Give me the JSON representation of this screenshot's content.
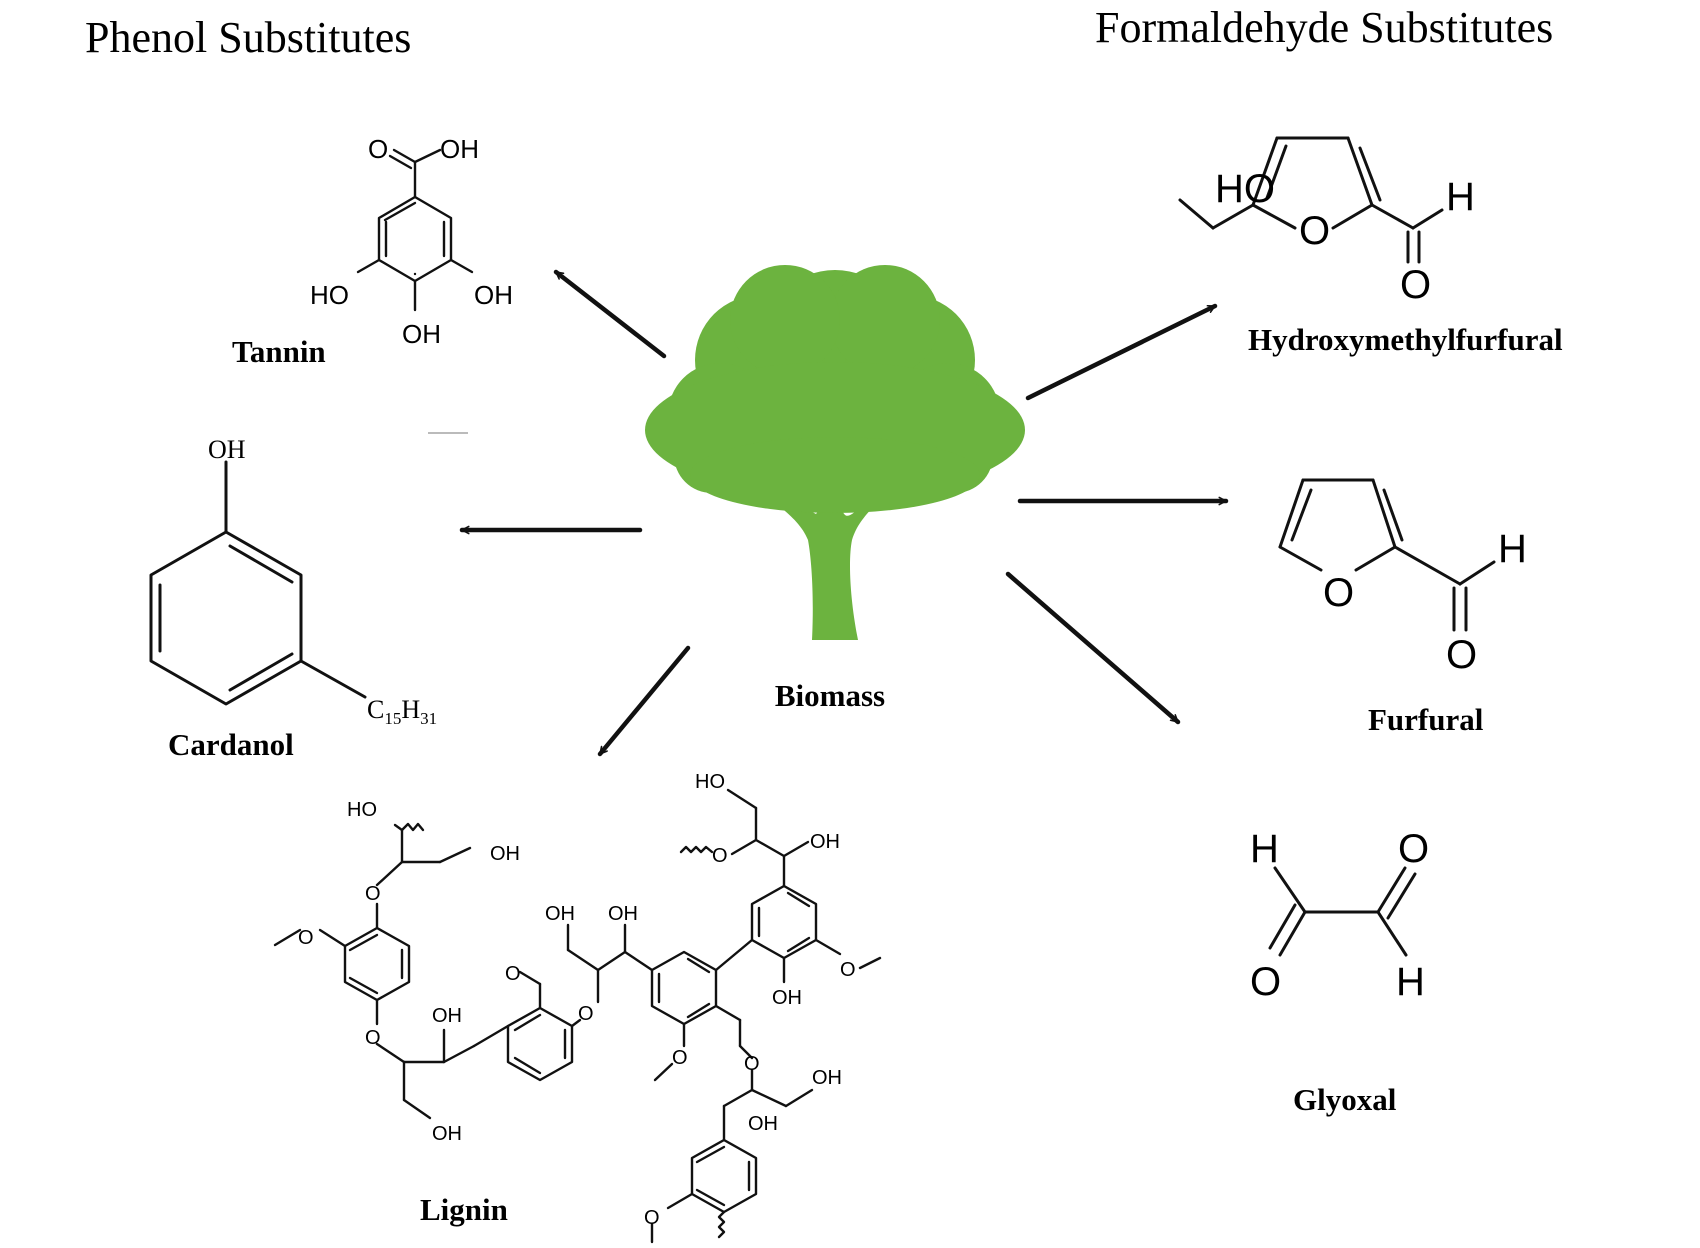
{
  "headings": {
    "phenol": "Phenol Substitutes",
    "formaldehyde": "Formaldehyde Substitutes"
  },
  "center": {
    "label": "Biomass",
    "icon": "tree-icon",
    "color": "#6cb33f"
  },
  "labels": {
    "tannin": "Tannin",
    "cardanol": "Cardanol",
    "lignin": "Lignin",
    "hmf": "Hydroxymethylfurfural",
    "furfural": "Furfural",
    "glyoxal": "Glyoxal"
  },
  "atoms": {
    "tannin": {
      "o": "O",
      "oh_top": "OH",
      "ho_left": "HO",
      "oh_right": "OH",
      "oh_bottom": "OH"
    },
    "cardanol": {
      "oh": "OH",
      "chain": "C",
      "chain_sub1": "15",
      "chain_h": "H",
      "chain_sub2": "31"
    },
    "hmf": {
      "ho": "HO",
      "o_ring": "O",
      "h": "H",
      "o": "O"
    },
    "furfural": {
      "o_ring": "O",
      "h": "H",
      "o": "O"
    },
    "glyoxal": {
      "h1": "H",
      "o1": "O",
      "o2": "O",
      "h2": "H"
    },
    "lignin": {
      "ho_a": "HO",
      "oh_a": "OH",
      "o_a": "O",
      "o_b": "O",
      "oh_b": "OH",
      "oh_c": "OH",
      "o_c": "O",
      "o_d": "O",
      "oh_d": "OH",
      "oh_e": "OH",
      "ho_f": "HO",
      "o_f": "O",
      "oh_f": "OH",
      "o_g": "O",
      "oh_g": "OH",
      "o_h": "O",
      "oh_h": "OH",
      "oh_i": "OH",
      "o_j": "O"
    }
  }
}
